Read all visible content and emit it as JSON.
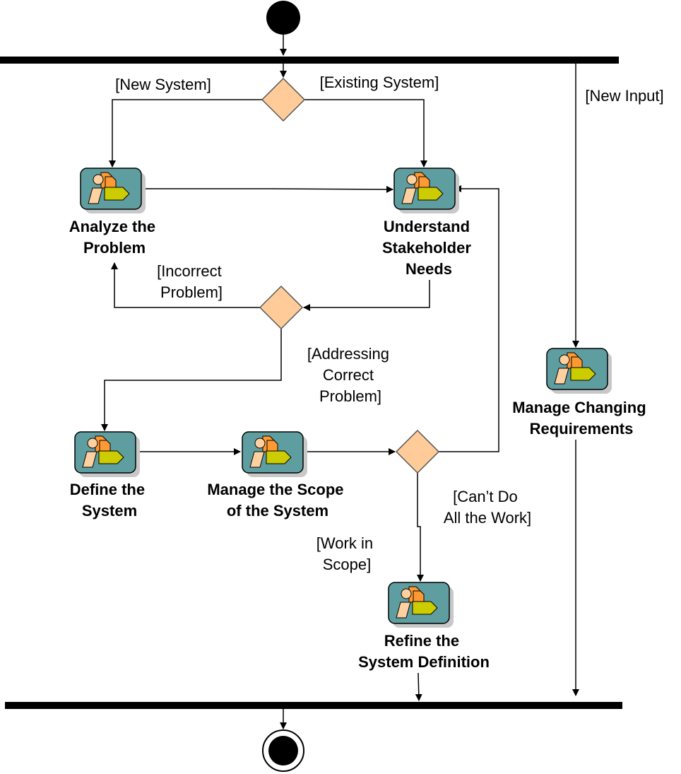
{
  "activities": {
    "analyze": [
      "Analyze the",
      "Problem"
    ],
    "understand": [
      "Understand",
      "Stakeholder",
      "Needs"
    ],
    "define": [
      "Define the",
      "System"
    ],
    "scope": [
      "Manage the Scope",
      "of the System"
    ],
    "refine": [
      "Refine the",
      "System Definition"
    ],
    "manage_changing": [
      "Manage Changing",
      "Requirements"
    ]
  },
  "guards": {
    "new_system": [
      "[New System]"
    ],
    "existing_system": [
      "[Existing System]"
    ],
    "new_input": [
      "[New Input]"
    ],
    "incorrect_problem": [
      "[Incorrect",
      "Problem]"
    ],
    "addressing_correct": [
      "[Addressing",
      "Correct",
      "Problem]"
    ],
    "cant_do": [
      "[Can’t Do",
      "All the Work]"
    ],
    "work_in_scope": [
      "[Work in",
      "Scope]"
    ]
  },
  "colors": {
    "line": "#000000",
    "decision_fill": "#FFCC99",
    "decision_stroke": "#555555",
    "icon_tile": "#5F9EA0",
    "icon_shadow": "#C8C8C8",
    "icon_person": "#FFD0A0",
    "icon_doc": "#FF9933",
    "icon_arrow": "#CCCC00"
  }
}
